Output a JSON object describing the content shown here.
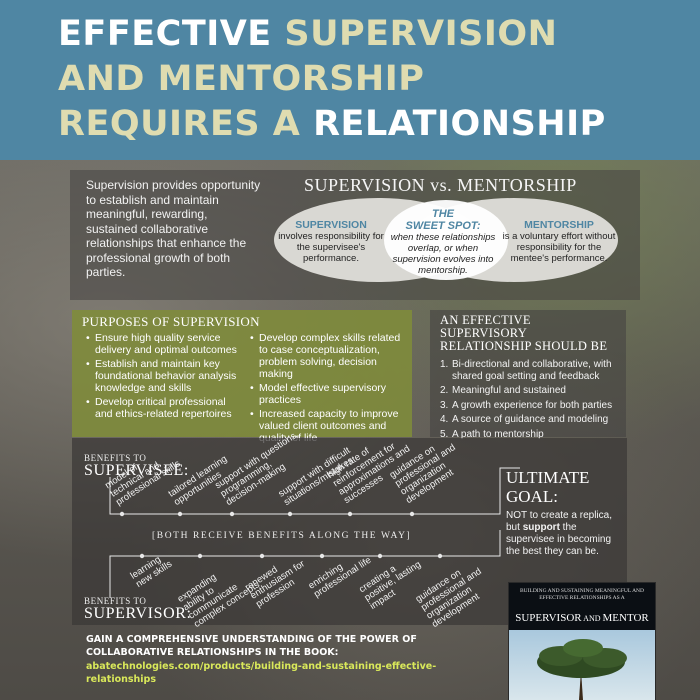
{
  "header": {
    "line1": {
      "a": "EFFECTIVE ",
      "b": "SUPERVISION"
    },
    "line2": {
      "a": "AND MENTORSHIP"
    },
    "line3": {
      "a": "REQUIRES A ",
      "b": "RELATIONSHIP"
    }
  },
  "intro": "Supervision provides opportunity to establish and maintain meaningful, rewarding, sustained collaborative relationships that enhance the professional growth of both parties.",
  "comparison": {
    "title": "SUPERVISION vs. MENTORSHIP",
    "supervision": {
      "head": "SUPERVISION",
      "body": "involves responsibility for the supervisee's performance."
    },
    "sweet_spot": {
      "head1": "THE",
      "head2": "SWEET SPOT:",
      "body": "when these relationships overlap, or when supervision evolves into mentorship."
    },
    "mentorship": {
      "head": "MENTORSHIP",
      "body": "is a voluntary effort without responsibility for the mentee's performance."
    }
  },
  "purposes": {
    "title": "PURPOSES OF SUPERVISION",
    "left": [
      "Ensure high quality service delivery and optimal outcomes",
      "Establish and maintain key foundational behavior analysis knowledge and skills",
      "Develop critical professional and ethics-related repertoires"
    ],
    "right": [
      "Develop complex skills related to case conceptualization, problem solving, decision making",
      "Model effective supervisory practices",
      "Increased capacity to improve valued client outcomes and quality of life"
    ]
  },
  "effective": {
    "title": "AN EFFECTIVE SUPERVISORY RELATIONSHIP SHOULD BE",
    "items": [
      {
        "num": "1.",
        "text": "Bi-directional and collaborative, with shared goal setting and feedback"
      },
      {
        "num": "2.",
        "text": "Meaningful and sustained"
      },
      {
        "num": "3.",
        "text": "A growth experience for both parties"
      },
      {
        "num": "4.",
        "text": "A source of guidance and modeling"
      },
      {
        "num": "5.",
        "text": "A path to mentorship"
      }
    ]
  },
  "benefits": {
    "supervisee_small": "BENEFITS TO",
    "supervisee_big": "SUPERVISEE:",
    "supervisee_items": [
      "model of|technical and|professional skills",
      "tailored learning|opportunities",
      "support with questions,|programming,|decision-making",
      "support with difficult|situations/mistakes",
      "high rate of|reinforcement for|approximations and|successes",
      "guidance on|professional and|organization|development"
    ],
    "both": "[BOTH RECEIVE BENEFITS ALONG THE WAY]",
    "supervisor_items": [
      "learning|new skills",
      "expanding|ability to|communicate|complex concepts",
      "renewed|enthusiasm for|profession",
      "enriching|professional life",
      "creating a|positive, lasting|impact",
      "guidance on|professional and|organization|development"
    ],
    "supervisor_small": "BENEFITS TO",
    "supervisor_big": "SUPERVISOR:"
  },
  "ultimate": {
    "head1": "ULTIMATE",
    "head2": "GOAL:",
    "body_a": "NOT to create a replica, but ",
    "body_bold": "support",
    "body_b": " the supervisee in becoming the best they can be."
  },
  "bottom": {
    "gain": "GAIN A COMPREHENSIVE UNDERSTANDING OF THE POWER OF COLLABORATIVE RELATIONSHIPS IN THE BOOK:",
    "link": "abatechnologies.com/products/building-and-sustaining-effective-relationships"
  },
  "book": {
    "small": "BUILDING AND SUSTAINING MEANINGFUL AND EFFECTIVE RELATIONSHIPS AS A",
    "big_a": "SUPERVISOR",
    "big_and": " AND ",
    "big_b": "MENTOR"
  },
  "colors": {
    "header_bg": "#4f86a3",
    "title_cream": "#dfdcb0",
    "olive_panel": "#808c3a",
    "link_yellow": "#d9e85a"
  }
}
